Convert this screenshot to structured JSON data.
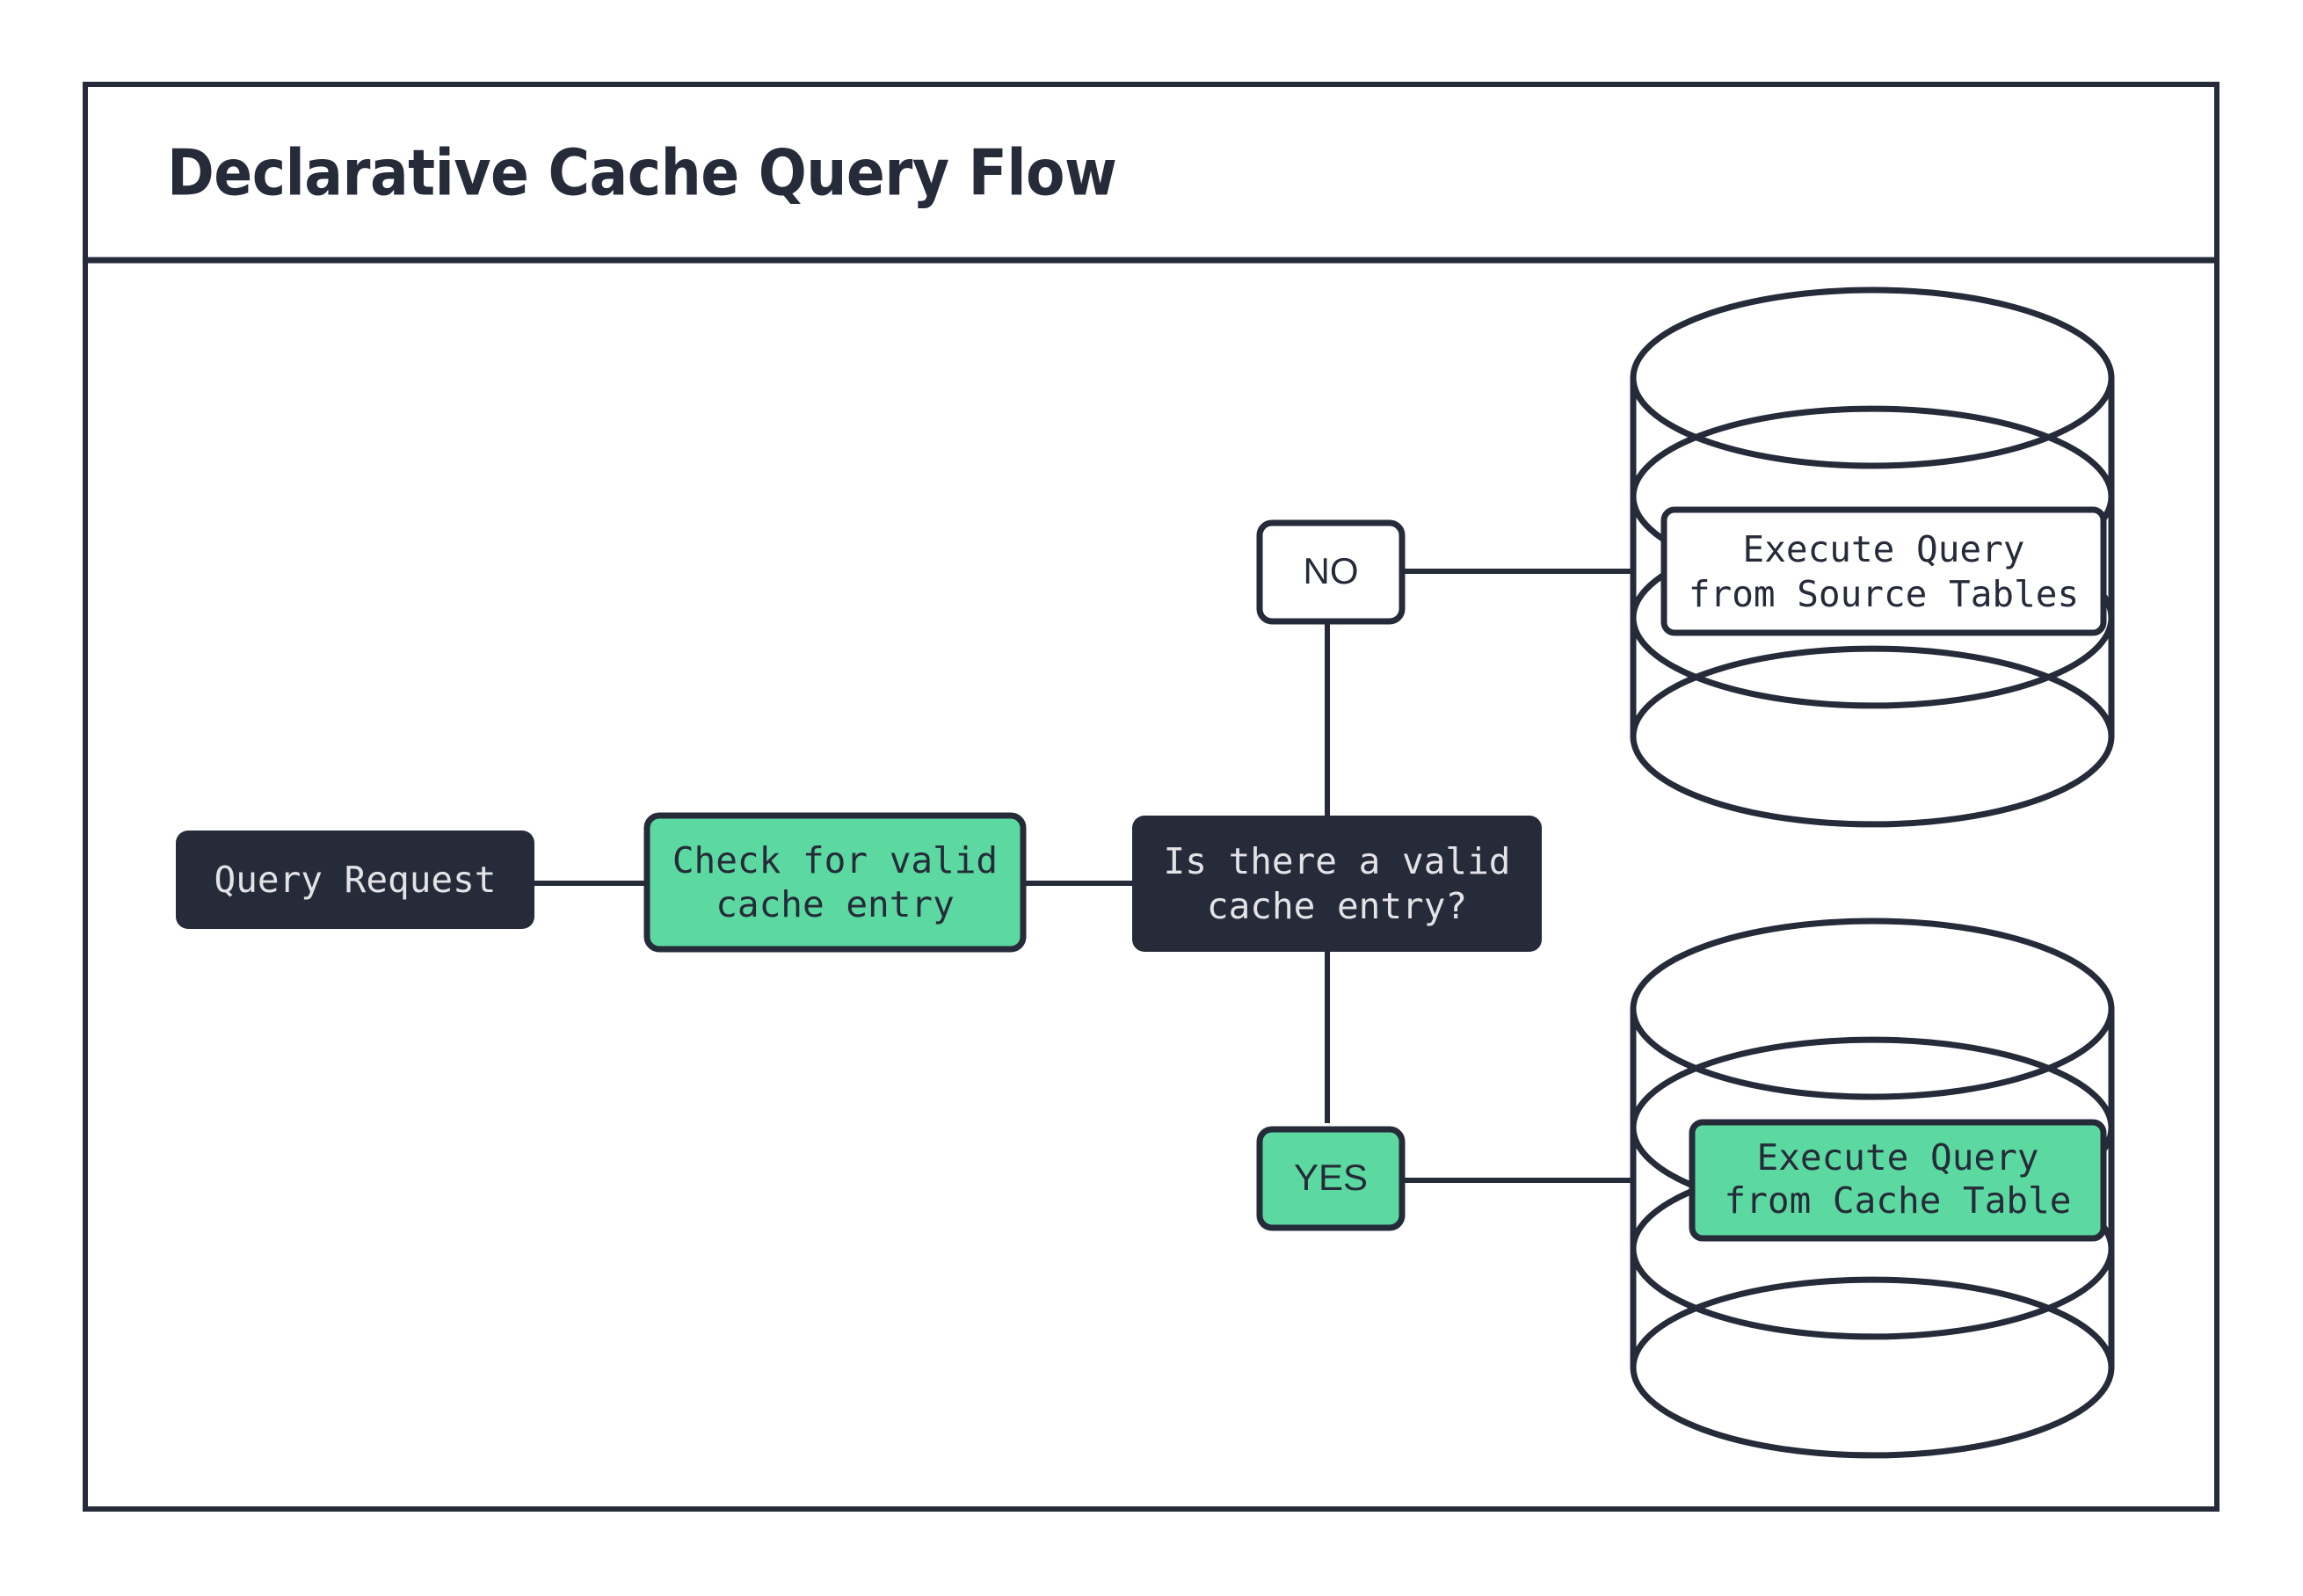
{
  "diagram": {
    "title": "Declarative Cache Query Flow",
    "background": "#ffffff",
    "frame_color": "#262b3a",
    "accent_green": "#5cd9a0",
    "dark_fill": "#262b3a",
    "light_text": "#e3e3e6"
  },
  "nodes": {
    "query_request": {
      "label": "Query Request",
      "style": "dark-rounded-rect"
    },
    "check_cache": {
      "line1": "Check for valid",
      "line2": "cache entry",
      "style": "green-rounded-rect"
    },
    "decision": {
      "line1": "Is there a valid",
      "line2": "cache entry?",
      "style": "dark-rounded-rect"
    },
    "branch_no": {
      "label": "NO",
      "style": "white-rounded-rect"
    },
    "branch_yes": {
      "label": "YES",
      "style": "green-rounded-rect"
    },
    "source_db": {
      "label_line1": "Execute Query",
      "label_line2": "from Source Tables",
      "style": "database-cylinder",
      "label_style": "white-rect"
    },
    "cache_db": {
      "label_line1": "Execute Query",
      "label_line2": "from Cache Table",
      "style": "database-cylinder",
      "label_style": "green-rect"
    }
  },
  "edges": [
    {
      "from": "query_request",
      "to": "check_cache",
      "label": ""
    },
    {
      "from": "check_cache",
      "to": "decision",
      "label": ""
    },
    {
      "from": "decision",
      "to": "branch_no",
      "label": "NO"
    },
    {
      "from": "decision",
      "to": "branch_yes",
      "label": "YES"
    },
    {
      "from": "branch_no",
      "to": "source_db",
      "label": ""
    },
    {
      "from": "branch_yes",
      "to": "cache_db",
      "label": ""
    }
  ]
}
